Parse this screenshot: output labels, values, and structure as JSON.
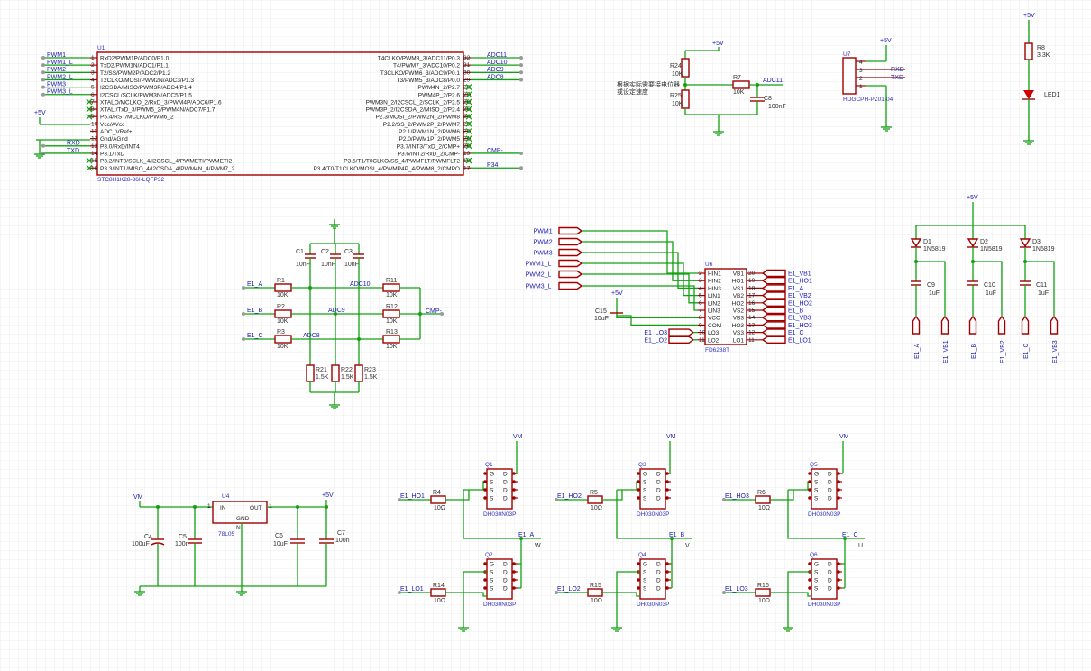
{
  "u1": {
    "ref": "U1",
    "part": "STC8H1K28-36I-LQFP32",
    "left_pins": [
      {
        "num": "1",
        "name": "RxD2/PWM1P/ADC0/P1.0",
        "net": "PWM1"
      },
      {
        "num": "2",
        "name": "TxD2/PWM1N/ADC1/P1.1",
        "net": "PWM1_L"
      },
      {
        "num": "3",
        "name": "T2/SS/PWM2P/ADC2/P1.2",
        "net": "PWM2"
      },
      {
        "num": "4",
        "name": "T2CLKO/MOSI/PWM2N/ADC3/P1.3",
        "net": "PWM2_L"
      },
      {
        "num": "5",
        "name": "I2CSDA/MISO/PWM3P/ADC4/P1.4",
        "net": "PWM3"
      },
      {
        "num": "6",
        "name": "I2CSCL/SCLK/PWM3N/ADC5/P1.5",
        "net": "PWM3_L"
      },
      {
        "num": "7",
        "name": "XTALO/MCLKO_2/RxD_3/PWM4P/ADC6/P1.6",
        "net": ""
      },
      {
        "num": "8",
        "name": "XTALI/TxD_3/PWM5_2/PWM4N/ADC7/P1.7",
        "net": ""
      },
      {
        "num": "9",
        "name": "P5.4/RST/MCLKO/PWM6_2",
        "net": ""
      },
      {
        "num": "10",
        "name": "Vcc/AVcc",
        "net": ""
      },
      {
        "num": "11",
        "name": "ADC_VRef+",
        "net": ""
      },
      {
        "num": "12",
        "name": "Gnd/AGnd",
        "net": ""
      },
      {
        "num": "13",
        "name": "P3.0/RxD/INT4",
        "net": "RXD"
      },
      {
        "num": "14",
        "name": "P3.1/TxD",
        "net": "TXD"
      },
      {
        "num": "15",
        "name": "P3.2/INT0/SCLK_4/I2CSCL_4/PWMETI/PWMETI2",
        "net": ""
      },
      {
        "num": "16",
        "name": "P3.3/INT1/MISO_4/I2CSDA_4/PWM4N_4/PWM7_2",
        "net": ""
      }
    ],
    "right_pins": [
      {
        "num": "32",
        "name": "T4CLKO/PWM8_3/ADC11/P0.3",
        "net": "ADC11"
      },
      {
        "num": "31",
        "name": "T4/PWM7_3/ADC10/P0.2",
        "net": "ADC10"
      },
      {
        "num": "30",
        "name": "T3CLKO/PWM6_3/ADC9/P0.1",
        "net": "ADC9"
      },
      {
        "num": "29",
        "name": "T3/PWM5_3/ADC8/P0.0",
        "net": "ADC8"
      },
      {
        "num": "28",
        "name": "PWM4N_2/P2.7",
        "net": ""
      },
      {
        "num": "27",
        "name": "PWM4P_2/P2.6",
        "net": ""
      },
      {
        "num": "26",
        "name": "PWM3N_2/I2CSCL_2/SCLK_2/P2.5",
        "net": ""
      },
      {
        "num": "25",
        "name": "PWM3P_2/I2CSDA_2/MISO_2/P2.4",
        "net": ""
      },
      {
        "num": "24",
        "name": "P2.3/MOSI_2/PWM2N_2/PWM8",
        "net": ""
      },
      {
        "num": "23",
        "name": "P2.2/SS_2/PWM2P_2/PWM7",
        "net": ""
      },
      {
        "num": "22",
        "name": "P2.1/PWM1N_2/PWM6",
        "net": ""
      },
      {
        "num": "21",
        "name": "P2.0/PWM1P_2/PWM5",
        "net": ""
      },
      {
        "num": "20",
        "name": "P3.7/INT3/TxD_2/CMP+",
        "net": ""
      },
      {
        "num": "19",
        "name": "P3.6/INT2/RxD_2/CMP-",
        "net": "CMP-"
      },
      {
        "num": "18",
        "name": "P3.5/T1/T0CLKO/SS_4/PWMFLT/PWMFLT2",
        "net": ""
      },
      {
        "num": "17",
        "name": "P3.4/T0/T1CLKO/MOSI_4/PWMP4P_4/PWM8_2/CMPO",
        "net": "P34"
      }
    ]
  },
  "power": {
    "vcc": "+5V",
    "vm": "VM",
    "gnd": "GND"
  },
  "pot": {
    "r24": "R24",
    "r24v": "10K",
    "r25": "R25",
    "r25v": "10K",
    "r7": "R7",
    "r7v": "10K",
    "c8": "C8",
    "c8v": "100nF",
    "net": "ADC11",
    "note1": "根据实际需要接电位器",
    "note2": "或设定速度"
  },
  "u7": {
    "ref": "U7",
    "part": "HDGCPH-PZ01-04",
    "pins": [
      "4",
      "3",
      "2",
      "1"
    ],
    "rxd": "RXD",
    "txd": "TXD"
  },
  "led": {
    "r8": "R8",
    "r8v": "3.3K",
    "d": "LED1"
  },
  "sense": {
    "caps": [
      {
        "ref": "C1",
        "v": "10nF"
      },
      {
        "ref": "C2",
        "v": "10nF"
      },
      {
        "ref": "C3",
        "v": "10nF"
      }
    ],
    "rin": [
      {
        "ref": "R1",
        "v": "10K",
        "net": "E1_A",
        "adc": "ADC10"
      },
      {
        "ref": "R2",
        "v": "10K",
        "net": "E1_B",
        "adc": "ADC9"
      },
      {
        "ref": "R3",
        "v": "10K",
        "net": "E1_C",
        "adc": "ADC8"
      }
    ],
    "rout": [
      {
        "ref": "R11",
        "v": "10K"
      },
      {
        "ref": "R12",
        "v": "10K"
      },
      {
        "ref": "R13",
        "v": "10K"
      }
    ],
    "rdown": [
      {
        "ref": "R21",
        "v": "1.5K"
      },
      {
        "ref": "R22",
        "v": "1.5K"
      },
      {
        "ref": "R23",
        "v": "1.5K"
      }
    ],
    "cmp": "CMP-"
  },
  "u6": {
    "ref": "U6",
    "part": "FD6288T",
    "left": [
      {
        "num": "2",
        "name": "HIN1"
      },
      {
        "num": "3",
        "name": "HIN2"
      },
      {
        "num": "4",
        "name": "HIN3"
      },
      {
        "num": "5",
        "name": "LIN1"
      },
      {
        "num": "6",
        "name": "LIN2"
      },
      {
        "num": "7",
        "name": "LIN3"
      },
      {
        "num": "8",
        "name": "VCC"
      },
      {
        "num": "9",
        "name": "COM"
      },
      {
        "num": "10",
        "name": "LO3"
      },
      {
        "num": "11",
        "name": "LO2"
      }
    ],
    "right": [
      {
        "num": "20",
        "name": "VB1",
        "net": "E1_VB1"
      },
      {
        "num": "19",
        "name": "HO1",
        "net": "E1_HO1"
      },
      {
        "num": "18",
        "name": "VS1",
        "net": "E1_A"
      },
      {
        "num": "17",
        "name": "VB2",
        "net": "E1_VB2"
      },
      {
        "num": "16",
        "name": "HO2",
        "net": "E1_HO2"
      },
      {
        "num": "15",
        "name": "VS2",
        "net": "E1_B"
      },
      {
        "num": "14",
        "name": "VB3",
        "net": "E1_VB3"
      },
      {
        "num": "13",
        "name": "HO3",
        "net": "E1_HO3"
      },
      {
        "num": "12",
        "name": "VS3",
        "net": "E1_C"
      },
      {
        "num": "11",
        "name": "LO1",
        "net": "E1_LO1"
      }
    ],
    "inputs": [
      "PWM1",
      "PWM2",
      "PWM3",
      "PWM1_L",
      "PWM2_L",
      "PWM3_L"
    ],
    "lo_ports": [
      "E1_LO3",
      "E1_LO2"
    ],
    "c15": "C15",
    "c15v": "10uF"
  },
  "boot": [
    {
      "d": "D1",
      "dv": "1N5819",
      "c": "C9",
      "cv": "1uF",
      "p1": "E1_A",
      "p2": "E1_VB1"
    },
    {
      "d": "D2",
      "dv": "1N5819",
      "c": "C10",
      "cv": "1uF",
      "p1": "E1_B",
      "p2": "E1_VB2"
    },
    {
      "d": "D3",
      "dv": "1N5819",
      "c": "C11",
      "cv": "1uF",
      "p1": "E1_C",
      "p2": "E1_VB3"
    }
  ],
  "reg": {
    "ref": "U4",
    "part": "78L05",
    "in": "IN",
    "out": "OUT",
    "gnd": "GND",
    "n1": "1",
    "n2": "1",
    "n3": "N",
    "c4": "C4",
    "c4v": "100uF",
    "c5": "C5",
    "c5v": "100n",
    "c6": "C6",
    "c6v": "10uF",
    "c7": "C7",
    "c7v": "100n"
  },
  "bridge": [
    {
      "qh": "Q1",
      "ql": "Q2",
      "rh": "R4",
      "rl": "R14",
      "rv": "10Ω",
      "inh": "E1_HO1",
      "inl": "E1_LO1",
      "out": "E1_A",
      "phase": "W"
    },
    {
      "qh": "Q3",
      "ql": "Q4",
      "rh": "R5",
      "rl": "R15",
      "rv": "10Ω",
      "inh": "E1_HO2",
      "inl": "E1_LO2",
      "out": "E1_B",
      "phase": "V"
    },
    {
      "qh": "Q5",
      "ql": "Q6",
      "rh": "R6",
      "rl": "R16",
      "rv": "10Ω",
      "inh": "E1_HO3",
      "inl": "E1_LO3",
      "out": "E1_C",
      "phase": "U"
    }
  ],
  "mos": {
    "part": "DH030N03P",
    "pins": [
      "G",
      "S",
      "S",
      "S",
      "D",
      "D",
      "D",
      "D"
    ]
  }
}
